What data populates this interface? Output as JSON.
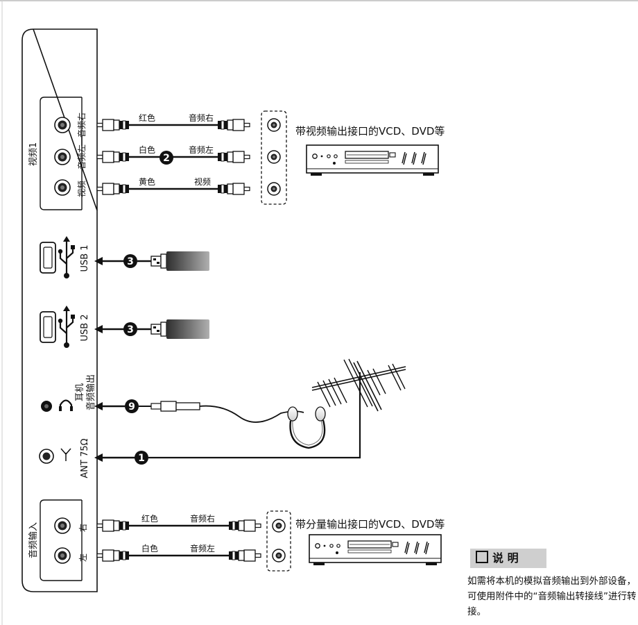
{
  "panel": {
    "av_group_label": "视频1",
    "av_right_label": "音频右",
    "av_left_label": "音频左",
    "av_video_label": "视频",
    "usb1_label": "USB 1",
    "usb2_label": "USB 2",
    "earphone_label1": "耳机",
    "earphone_label2": "音频输出",
    "ant_label": "ANT 75Ω",
    "audio_in_label": "音频输入",
    "audio_in_right": "右",
    "audio_in_left": "左"
  },
  "cables": {
    "av": [
      {
        "color": "红色",
        "signal": "音频右"
      },
      {
        "color": "白色",
        "signal": "音频左"
      },
      {
        "color": "黄色",
        "signal": "视频"
      }
    ],
    "audio": [
      {
        "color": "红色",
        "signal": "音频右"
      },
      {
        "color": "白色",
        "signal": "音频左"
      }
    ]
  },
  "markers": {
    "av": "2",
    "usb1": "3",
    "usb2": "3",
    "earphone": "9",
    "antenna": "1"
  },
  "devices": {
    "dvd1_caption": "带视频输出接口的VCD、DVD等",
    "dvd2_caption": "带分量输出接口的VCD、DVD等"
  },
  "note": {
    "title": "说 明",
    "text": "如需将本机的模拟音频输出到外部设备，可使用附件中的“音频输出转接线”进行转接。"
  },
  "colors": {
    "line": "#111111",
    "panel_fill": "#ffffff",
    "usb_grad_dark": "#3a3a3a",
    "usb_grad_light": "#a8a8a8",
    "note_bg": "#cfcfcf"
  }
}
